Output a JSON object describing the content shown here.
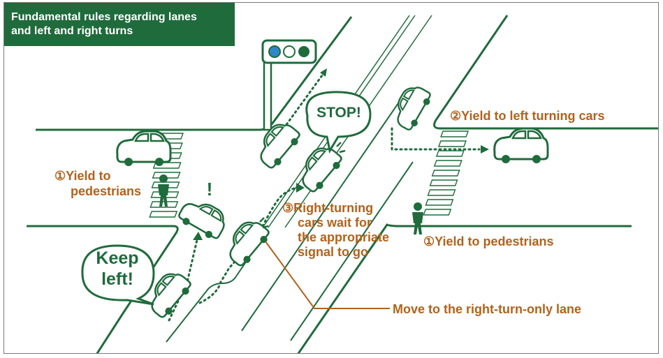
{
  "title": {
    "line1": "Fundamental rules regarding lanes",
    "line2": "and left and right turns"
  },
  "labels": {
    "yield_pedestrians_left_1": "①Yield to",
    "yield_pedestrians_left_2": "pedestrians",
    "yield_left_turning": "②Yield to left turning cars",
    "right_turning_1": "③Right-turning",
    "right_turning_2": "cars wait for",
    "right_turning_3": "the appropriate",
    "right_turning_4": "signal to go",
    "yield_pedestrians_right": "①Yield to pedestrians",
    "right_turn_lane": "Move to the right-turn-only lane"
  },
  "bubbles": {
    "stop": "STOP!",
    "keep_1": "Keep",
    "keep_2": "left!",
    "exclaim": "!"
  },
  "colors": {
    "green": "#1f6b3c",
    "orange": "#b3621b",
    "light_blue": "#2f86c9"
  }
}
